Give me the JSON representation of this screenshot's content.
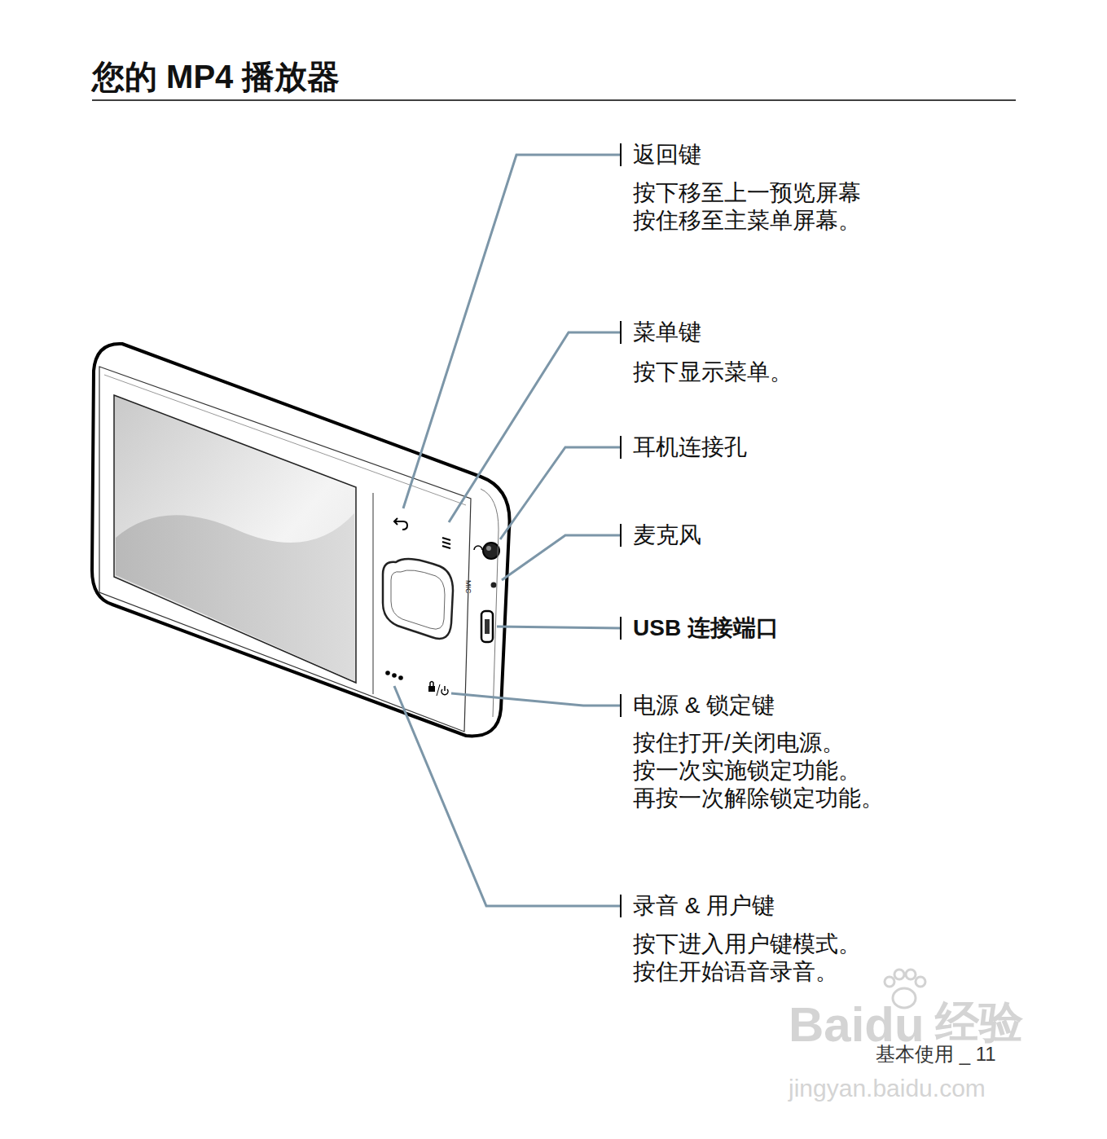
{
  "diagram": {
    "title": "您的 MP4 播放器",
    "labels": [
      "返回键",
      "按下移至上一预览屏幕 按住移至主菜单屏幕。",
      "菜单键",
      "按下显示菜单。",
      "耳机连接孔",
      "麦克风",
      "USB 连接端口",
      "电源 & 锁定键",
      "按住打开/关闭电源。 按一次实施锁定功能。 再按一次解除锁定功能。",
      "录音 & 用户键",
      "按下进入用户键模式。 按住开始语音录音。",
      "MIC",
      "Baidu",
      "经验",
      "jingyan.baidu.com",
      "基本使用 _ 11"
    ]
  }
}
